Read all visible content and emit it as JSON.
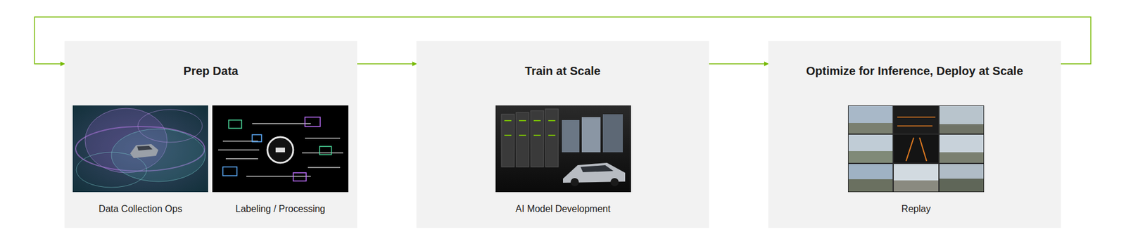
{
  "diagram": {
    "nodes": [
      {
        "text": [
          "Prep Data",
          "Data Collection Ops",
          "Labeling / Processing"
        ]
      },
      {
        "text": [
          "Train at Scale",
          "AI Model Development"
        ]
      },
      {
        "text": [
          "Optimize for Inference, Deploy at Scale",
          "Replay"
        ]
      }
    ],
    "edges": [
      {
        "from": 0,
        "to": 1,
        "arrow": "to"
      },
      {
        "from": 1,
        "to": 2,
        "arrow": "to"
      },
      {
        "from": 2,
        "to": 0,
        "arrow": "to"
      }
    ]
  }
}
